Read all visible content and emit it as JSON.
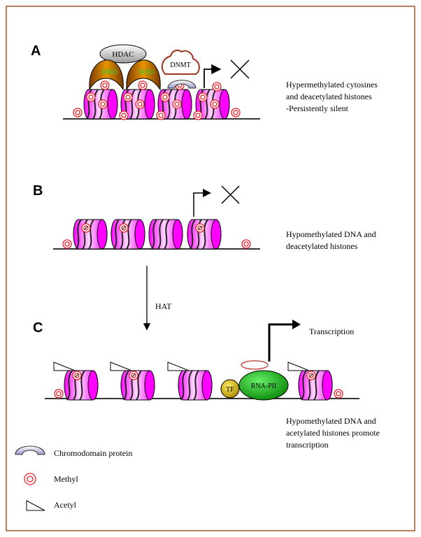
{
  "panels": {
    "a": {
      "letter": "A",
      "enzymes": [
        "HDAC",
        "DNMT"
      ],
      "mbd_label": "MBD",
      "description": [
        "Hypermethylated cytosines",
        "and deacetylated histones",
        "-Persistently silent"
      ]
    },
    "b": {
      "letter": "B",
      "description": [
        "Hypomethylated DNA and",
        "deacetylated histones"
      ]
    },
    "transition": {
      "label": "HAT"
    },
    "c": {
      "letter": "C",
      "tf_label": "TF",
      "polymerase_label": "RNA-PII",
      "transcription_label": "Transcription",
      "description": [
        "Hypomethylated DNA and",
        "acetylated histones promote",
        "transcription"
      ]
    }
  },
  "legend": {
    "items": [
      {
        "icon": "chromodomain-icon",
        "label": "Chromodomain protein"
      },
      {
        "icon": "methyl-icon",
        "label": "Methyl"
      },
      {
        "icon": "acetyl-icon",
        "label": "Acetyl"
      }
    ]
  },
  "colors": {
    "frame": "#a0522d",
    "nucleosome": "#ff00ff",
    "mbd_fill": "#cc7a00",
    "mbd_text": "#33cc33",
    "dnmt_stroke": "#a0341c",
    "methyl_ring": "#e8202a",
    "tf_fill": "#ccaa00",
    "pol_fill": "#1ea81e"
  }
}
